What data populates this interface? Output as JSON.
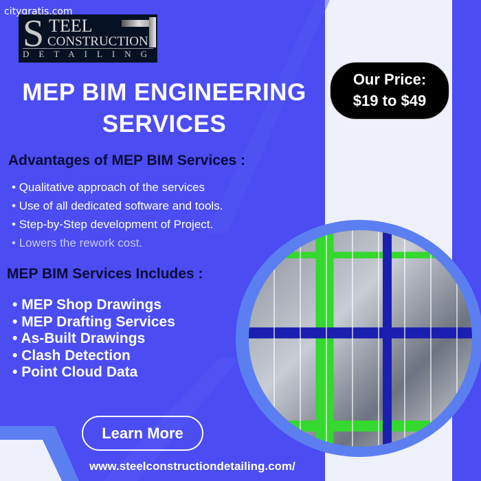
{
  "watermark": "citygratis.com",
  "logo": {
    "line1": "TEEL",
    "initial": "S",
    "line2": "CONSTRUCTION",
    "line3": "DETAILING"
  },
  "title": {
    "line1": "MEP BIM ENGINEERING",
    "line2": "SERVICES"
  },
  "price": {
    "label": "Our Price:",
    "range": "$19 to $49"
  },
  "advantages": {
    "heading": "Advantages of MEP BIM Services :",
    "items": [
      "Qualitative approach of the services",
      "Use of all dedicated software and tools.",
      "Step-by-Step development of Project.",
      "Lowers the rework cost."
    ]
  },
  "includes": {
    "heading": "MEP BIM Services Includes :",
    "items": [
      "MEP Shop Drawings",
      "MEP Drafting Services",
      "As-Built Drawings",
      "Clash Detection",
      "Point Cloud Data"
    ]
  },
  "cta": {
    "label": "Learn More"
  },
  "url": "www.steelconstructiondetailing.com/",
  "colors": {
    "background": "#4b4cf2",
    "strip": "#eef0fb",
    "ring": "#5b7ff0"
  }
}
